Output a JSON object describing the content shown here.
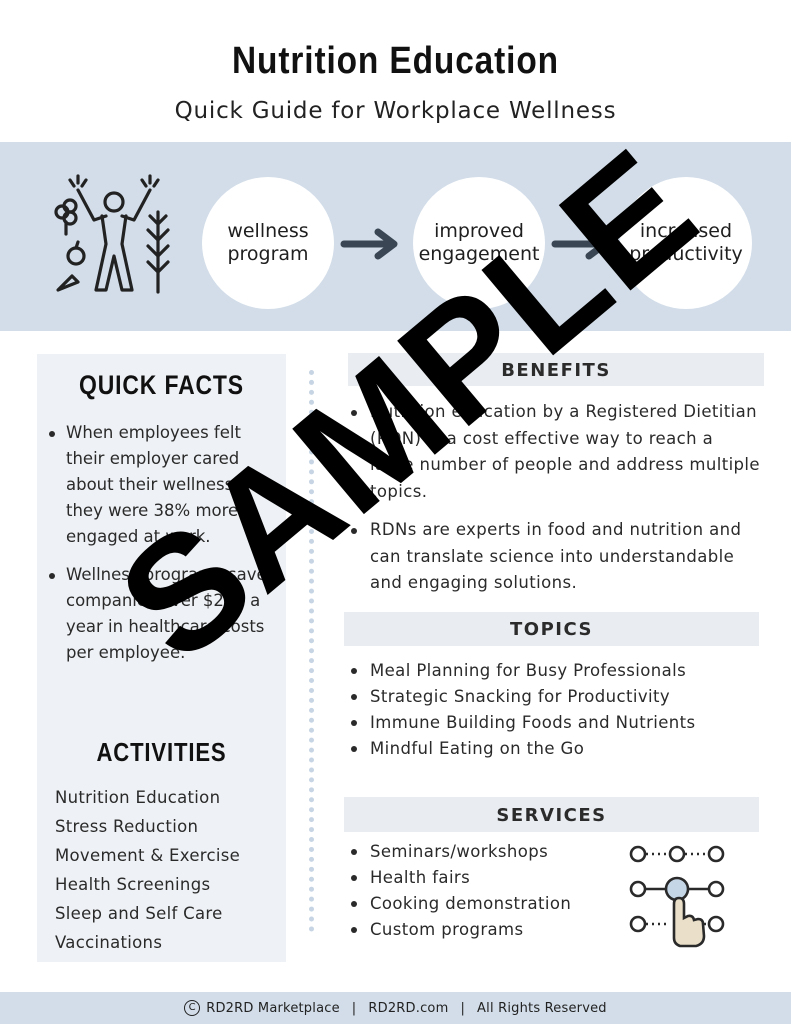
{
  "header": {
    "title": "Nutrition Education",
    "subtitle": "Quick Guide for Workplace Wellness"
  },
  "flow": {
    "icon": "wellness-person-icon",
    "steps": [
      {
        "line1": "wellness",
        "line2": "program"
      },
      {
        "line1": "improved",
        "line2": "engagement"
      },
      {
        "line1": "increased",
        "line2": "productivity"
      }
    ],
    "arrow_icon": "right-arrow-icon"
  },
  "quick_facts": {
    "title": "QUICK FACTS",
    "items": [
      "When employees felt their employer cared about their wellness, they were 38% more engaged at work.",
      "Wellness programs save companies over $200 a year in healthcare costs per employee."
    ]
  },
  "activities": {
    "title": "ACTIVITIES",
    "items": [
      "Nutrition Education",
      "Stress Reduction",
      "Movement & Exercise",
      "Health Screenings",
      "Sleep and Self Care",
      "Vaccinations"
    ]
  },
  "benefits": {
    "title": "BENEFITS",
    "items": [
      "Nutrition education by a Registered Dietitian (RDN) is a cost effective way to reach a large number of people and address multiple topics.",
      "RDNs are experts in food and nutrition and can translate science into understandable and engaging solutions."
    ]
  },
  "topics": {
    "title": "TOPICS",
    "items": [
      "Meal Planning for Busy Professionals",
      "Strategic Snacking for Productivity",
      "Immune Building Foods and Nutrients",
      "Mindful Eating on the Go"
    ]
  },
  "services": {
    "title": "SERVICES",
    "items": [
      "Seminars/workshops",
      "Health fairs",
      "Cooking demonstration",
      "Custom programs"
    ],
    "icon": "hand-selecting-option-icon"
  },
  "footer": {
    "copyright_symbol": "C",
    "brand": "RD2RD Marketplace",
    "sep1": "|",
    "site": "RD2RD.com",
    "sep2": "|",
    "rights": "All Rights Reserved"
  },
  "watermark": "SAMPLE",
  "colors": {
    "band": "#d2dde9",
    "panel": "#eef1f5",
    "section_header": "#e9edf2",
    "arrow": "#3b4654",
    "icon_accent": "#c5d6e6"
  }
}
